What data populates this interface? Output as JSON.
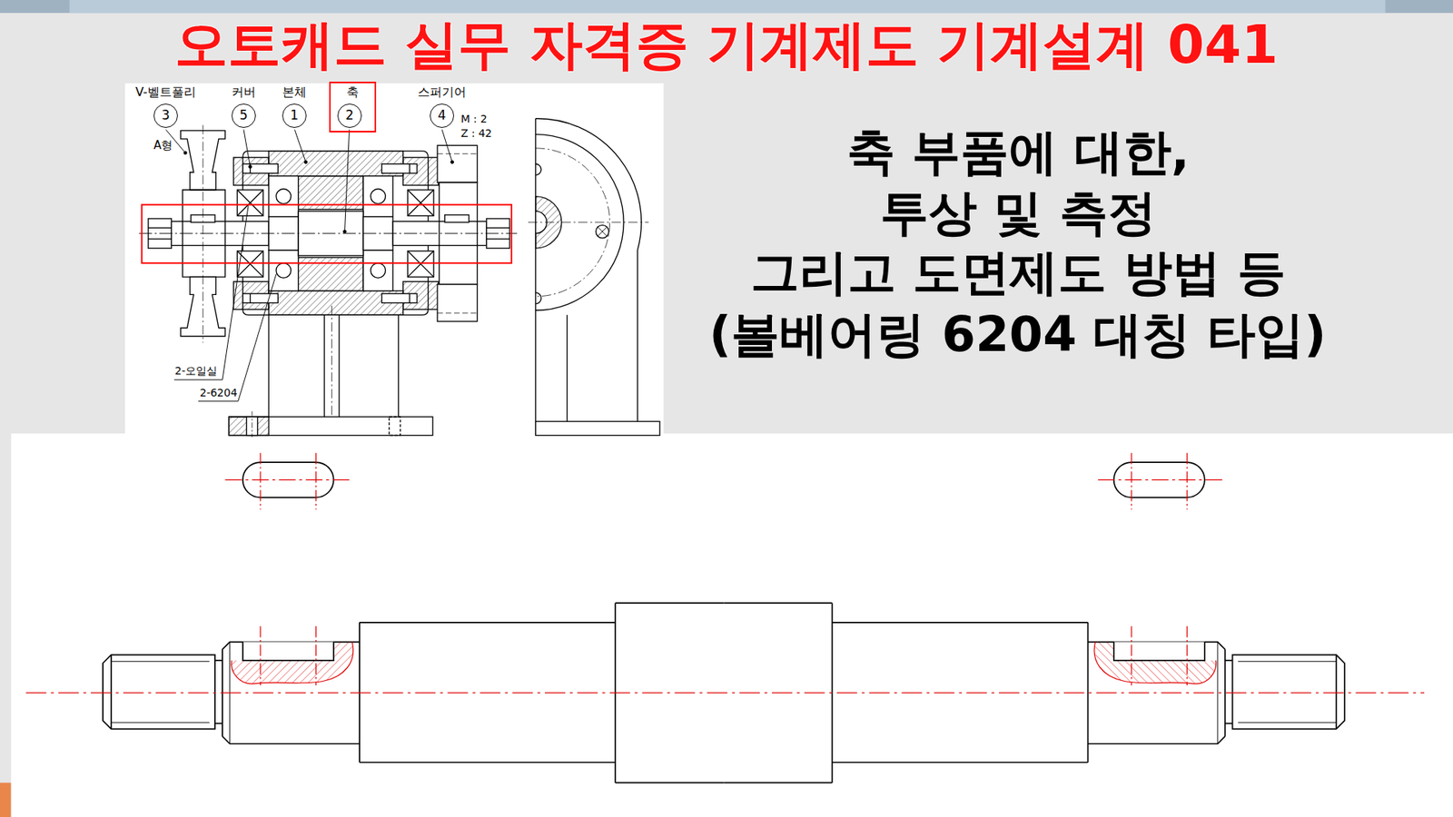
{
  "diagram": {
    "title": "오토캐드 실무 자격증 기계제도 기계설계 041",
    "nodes": [
      {
        "text": [
          "V-벨트풀리",
          "3"
        ]
      },
      {
        "text": [
          "커버",
          "5"
        ]
      },
      {
        "text": [
          "본체",
          "1"
        ]
      },
      {
        "text": [
          "축"
        ]
      },
      {
        "text": [
          "2"
        ],
        "in": 3
      },
      {
        "text": [
          "스퍼기어",
          "4"
        ]
      }
    ],
    "labels": [
      "A형",
      "M : 2",
      "Z : 42",
      "2-오일실",
      "2-6204",
      "축 부품에 대한,",
      "투상 및 측정",
      "그리고 도면제도 방법 등",
      "(볼베어링 6204 대칭 타입)"
    ]
  }
}
